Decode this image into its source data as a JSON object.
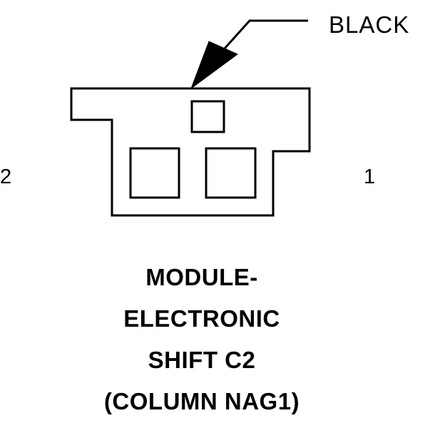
{
  "connector": {
    "color_callout": "BLACK",
    "pin_left": "2",
    "pin_right": "1"
  },
  "title": {
    "lines": [
      "MODULE-",
      "ELECTRONIC",
      "SHIFT C2",
      "(COLUMN NAG1)"
    ]
  },
  "colors": {
    "stroke": "#000000",
    "background": "#ffffff"
  }
}
